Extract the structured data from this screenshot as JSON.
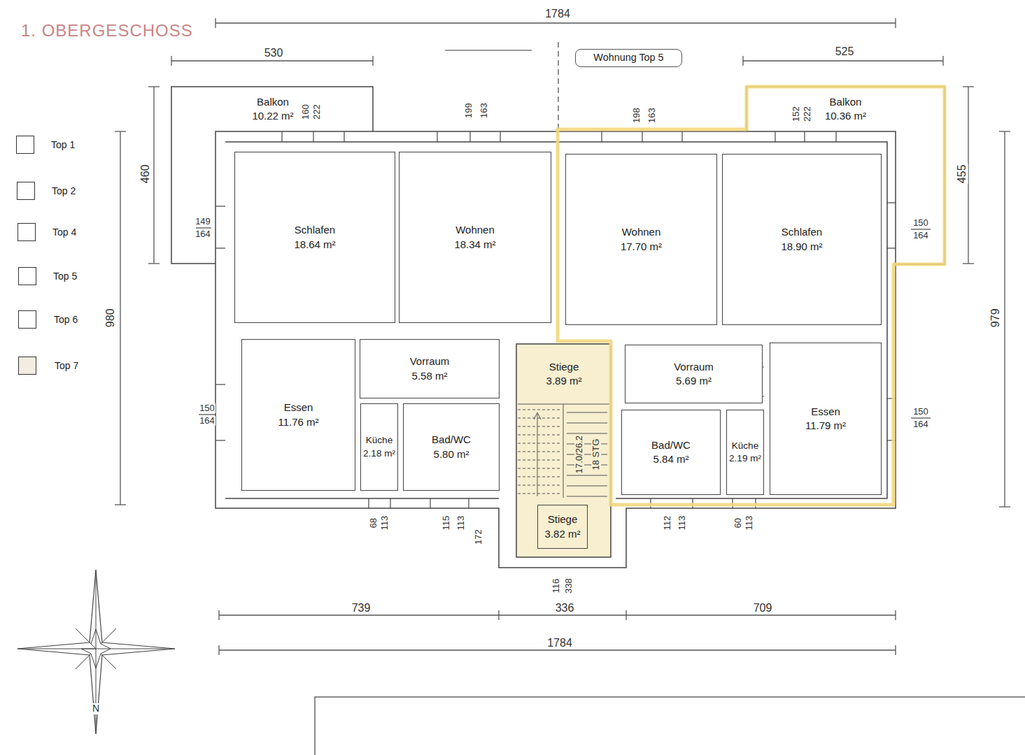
{
  "diagram": {
    "title": "1. OBERGESCHOSS",
    "nodes": [
      {
        "text": [
          "Wohnung Top 5"
        ]
      },
      {
        "text": [
          "Balkon",
          "10.22 m²"
        ]
      },
      {
        "text": [
          "Balkon",
          "10.36 m²"
        ]
      },
      {
        "text": [
          "Schlafen",
          "18.64 m²"
        ]
      },
      {
        "text": [
          "Wohnen",
          "18.34 m²"
        ]
      },
      {
        "text": [
          "Wohnen",
          "17.70 m²"
        ]
      },
      {
        "text": [
          "Schlafen",
          "18.90 m²"
        ]
      },
      {
        "text": [
          "Essen",
          "11.76 m²"
        ]
      },
      {
        "text": [
          "Vorraum",
          "5.58 m²"
        ]
      },
      {
        "text": [
          "Stiege",
          "3.89 m²"
        ]
      },
      {
        "text": [
          "Vorraum",
          "5.69 m²"
        ]
      },
      {
        "text": [
          "Essen",
          "11.79 m²"
        ]
      },
      {
        "text": [
          "Küche",
          "2.18 m²"
        ]
      },
      {
        "text": [
          "Bad/WC",
          "5.80 m²"
        ]
      },
      {
        "text": [
          "Bad/WC",
          "5.84 m²"
        ]
      },
      {
        "text": [
          "Küche",
          "2.19 m²"
        ]
      },
      {
        "text": [
          "Stiege",
          "3.82 m²"
        ]
      }
    ],
    "labels": [
      "1784",
      "530",
      "525",
      "160",
      "222",
      "199",
      "163",
      "198",
      "163",
      "152",
      "222",
      "460",
      "455",
      "149",
      "164",
      "150",
      "164",
      "980",
      "979",
      "150",
      "164",
      "150",
      "164",
      "17.0/26.2",
      "18 STG",
      "68",
      "113",
      "115",
      "113",
      "172",
      "112",
      "113",
      "60",
      "113",
      "116",
      "338",
      "739",
      "336",
      "709",
      "1784",
      "N"
    ],
    "legend": [
      {
        "text": "Top 1",
        "color": "#ffffff"
      },
      {
        "text": "Top 2",
        "color": "#ffffff"
      },
      {
        "text": "Top 4",
        "color": "#ffffff"
      },
      {
        "text": "Top 5",
        "color": "#ffffff"
      },
      {
        "text": "Top 6",
        "color": "#ffffff"
      },
      {
        "text": "Top 7",
        "color": "#f3ece0"
      }
    ]
  }
}
